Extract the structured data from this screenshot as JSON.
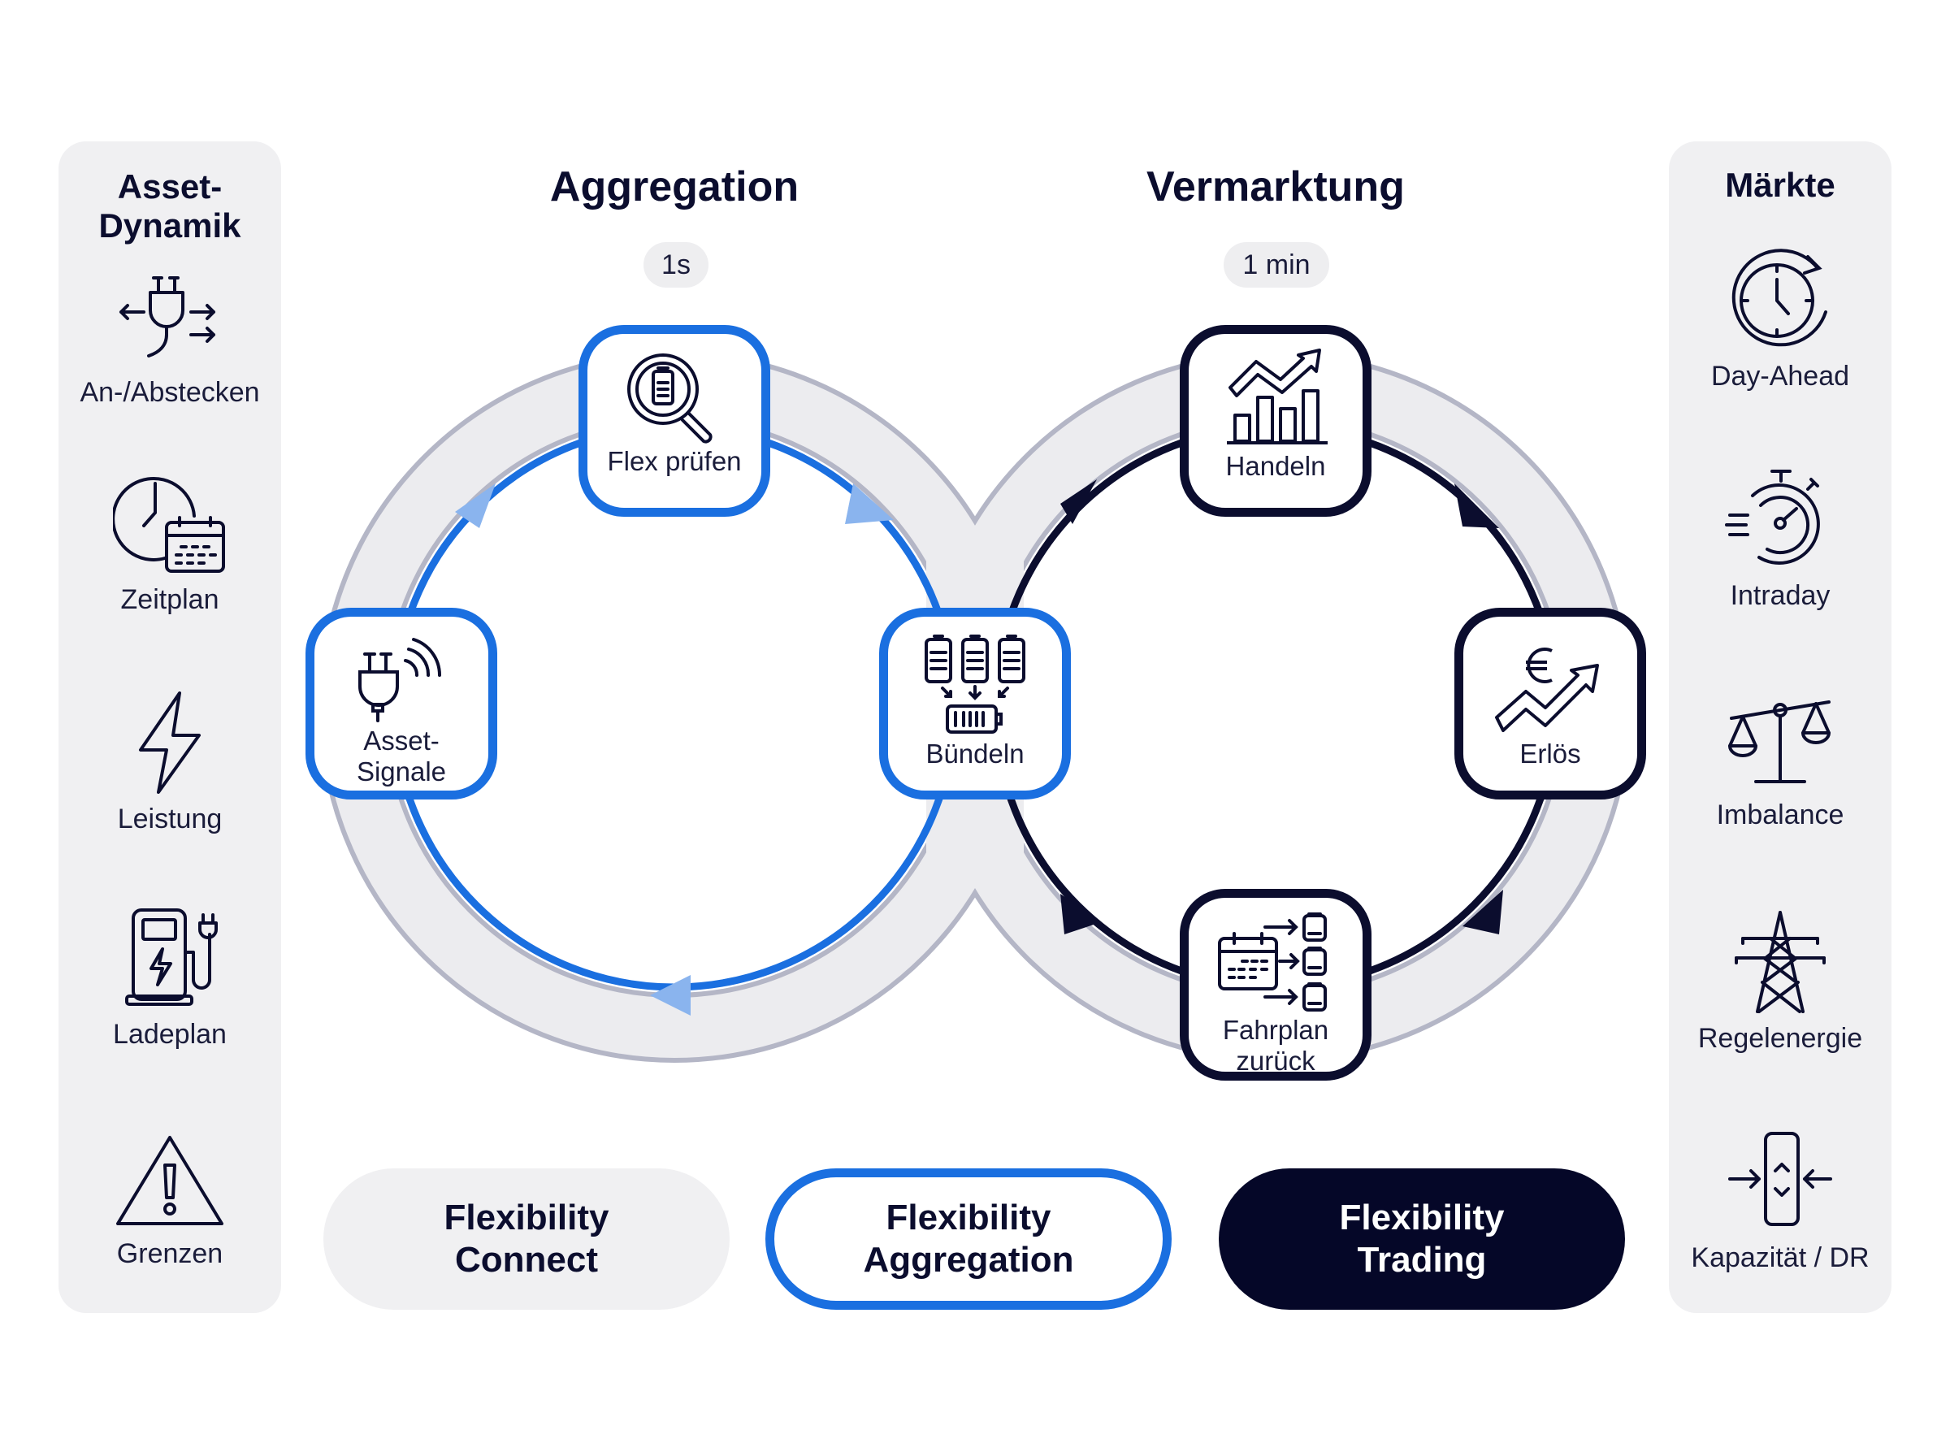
{
  "colors": {
    "blue": "#1a6fe0",
    "light_blue_arrow": "#8ab4ee",
    "dark_navy": "#0b0d2e",
    "track_gray": "#ececef",
    "track_outline": "#b4b6c6",
    "panel_bg": "#f0f0f2"
  },
  "left_panel": {
    "title_line1": "Asset-",
    "title_line2": "Dynamik",
    "items": [
      {
        "label": "An-/Abstecken",
        "icon": "plug-arrows-icon"
      },
      {
        "label": "Zeitplan",
        "icon": "clock-calendar-icon"
      },
      {
        "label": "Leistung",
        "icon": "lightning-icon"
      },
      {
        "label": "Ladeplan",
        "icon": "charging-station-icon"
      },
      {
        "label": "Grenzen",
        "icon": "warning-triangle-icon"
      }
    ]
  },
  "right_panel": {
    "title": "Märkte",
    "items": [
      {
        "label": "Day-Ahead",
        "icon": "clock-cycle-icon"
      },
      {
        "label": "Intraday",
        "icon": "stopwatch-icon"
      },
      {
        "label": "Imbalance",
        "icon": "scale-icon"
      },
      {
        "label": "Regelenergie",
        "icon": "power-tower-icon"
      },
      {
        "label": "Kapazität / DR",
        "icon": "capacity-compress-icon"
      }
    ]
  },
  "sections": {
    "aggregation": {
      "title": "Aggregation",
      "interval": "1s"
    },
    "vermarktung": {
      "title": "Vermarktung",
      "interval": "1 min"
    }
  },
  "aggregation_loop": {
    "direction": "clockwise",
    "nodes": [
      {
        "label": "Flex prüfen",
        "icon": "battery-search-icon"
      },
      {
        "label_line1": "Asset-",
        "label_line2": "Signale",
        "icon": "plug-signal-icon"
      },
      {
        "label": "Bündeln",
        "icon": "battery-bundle-icon"
      }
    ]
  },
  "vermarktung_loop": {
    "direction": "clockwise",
    "nodes": [
      {
        "label": "Handeln",
        "icon": "bar-chart-trend-icon"
      },
      {
        "label": "Erlös",
        "icon": "euro-trend-icon"
      },
      {
        "label_line1": "Fahrplan",
        "label_line2": "zurück",
        "icon": "calendar-dispatch-icon"
      }
    ]
  },
  "products": [
    {
      "line1": "Flexibility",
      "line2": "Connect",
      "style": "gray"
    },
    {
      "line1": "Flexibility",
      "line2": "Aggregation",
      "style": "blue-outline"
    },
    {
      "line1": "Flexibility",
      "line2": "Trading",
      "style": "dark"
    }
  ]
}
